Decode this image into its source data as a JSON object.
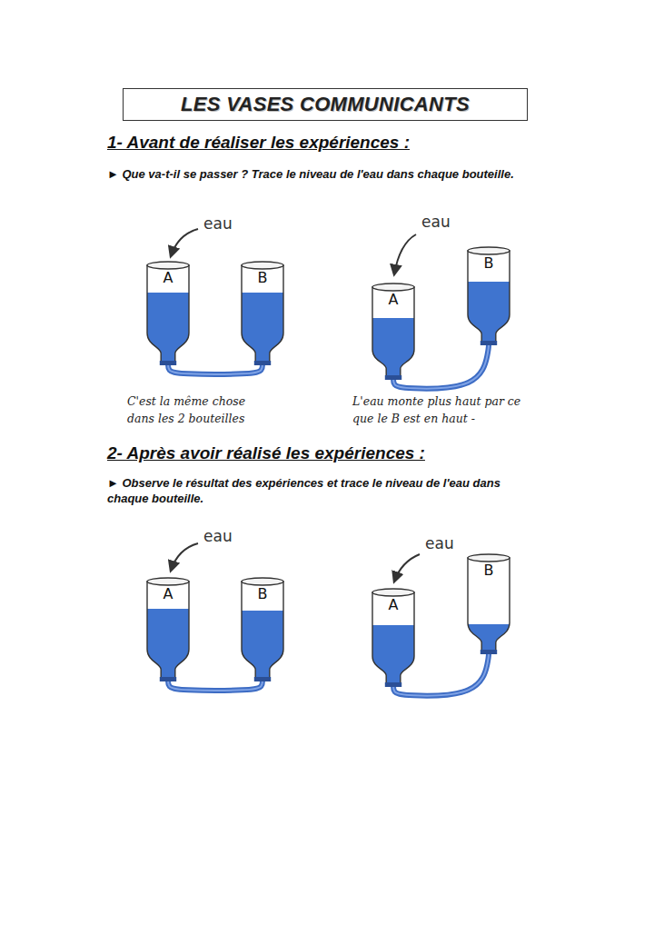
{
  "diagram": {
    "title": "LES VASES COMMUNICANTS",
    "nodes": [
      {
        "text": [
          "A"
        ]
      },
      {
        "text": [
          "B"
        ]
      },
      {
        "text": [
          "A"
        ]
      },
      {
        "text": [
          "B"
        ]
      },
      {
        "text": [
          "A"
        ]
      },
      {
        "text": [
          "B"
        ]
      },
      {
        "text": [
          "A"
        ]
      },
      {
        "text": [
          "B"
        ]
      }
    ],
    "edges": [
      {
        "from": 0,
        "to": 1,
        "arrow": "none"
      },
      {
        "from": 2,
        "to": 3,
        "arrow": "none"
      },
      {
        "from": 4,
        "to": 5,
        "arrow": "none"
      },
      {
        "from": 6,
        "to": 7,
        "arrow": "none"
      }
    ],
    "labels": [
      "1- Avant de réaliser les expériences :",
      "► Que va-t-il se passer ? Trace le niveau de l'eau dans chaque bouteille.",
      "eau",
      "eau",
      "C'est la même chose dans les 2 bouteilles",
      "L'eau monte plus haut par ce que le B est en haut -",
      "2- Après avoir réalisé les expériences :",
      "► Observe le résultat des expériences et trace le niveau de l'eau dans chaque bouteille.",
      "eau",
      "eau"
    ]
  }
}
